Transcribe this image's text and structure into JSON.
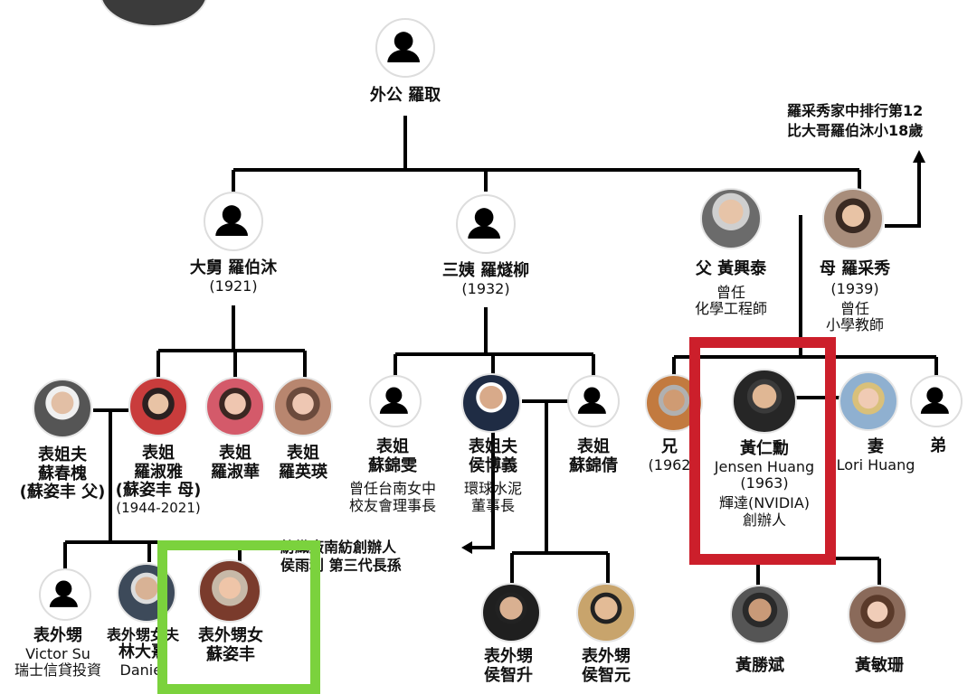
{
  "colors": {
    "red_frame": "#cc1f2b",
    "green_frame": "#7bd23d",
    "line": "#000000"
  },
  "note": {
    "line1": "羅采秀家中排行第12",
    "line2": "比大哥羅伯沐小18歲"
  },
  "mid_note": {
    "line1": "紡織廠南紡創辦人",
    "line2": "侯雨利 第三代長孫"
  },
  "people": {
    "grandfather": {
      "name": "外公 羅取"
    },
    "uncle": {
      "name": "大舅 羅伯沐",
      "years": "(1921)"
    },
    "aunt3": {
      "name": "三姨 羅燧柳",
      "years": "(1932)"
    },
    "father": {
      "name": "父 黃興泰",
      "l2": "曾任",
      "l3": "化學工程師"
    },
    "mother": {
      "name": "母 羅采秀",
      "years": "(1939)",
      "l2": "曾任",
      "l3": "小學教師"
    },
    "cousin_husband_su": {
      "l1": "表姐夫",
      "l2": "蘇春槐",
      "l3": "(蘇姿丰 父)"
    },
    "cousin_shuya": {
      "l1": "表姐",
      "l2": "羅淑雅",
      "l3": "(蘇姿丰 母)",
      "l4": "(1944-2021)"
    },
    "cousin_shuhua": {
      "l1": "表姐",
      "l2": "羅淑華"
    },
    "cousin_yingying": {
      "l1": "表姐",
      "l2": "羅英瑛"
    },
    "cousin_jinwen": {
      "l1": "表姐",
      "l2": "蘇錦雯",
      "l3": "曾任台南女中",
      "l4": "校友會理事長"
    },
    "cousin_husband_hou": {
      "l1": "表姐夫",
      "l2": "侯博義",
      "l3": "環球水泥",
      "l4": "董事長"
    },
    "cousin_jinqian": {
      "l1": "表姐",
      "l2": "蘇錦倩"
    },
    "brother_older": {
      "l1": "兄",
      "l2": "(1962"
    },
    "jensen": {
      "l1": "黃仁勳",
      "l2": "Jensen Huang",
      "l3": "(1963)",
      "l4": "輝達(NVIDIA)",
      "l5": "創辦人"
    },
    "wife": {
      "l1": "妻",
      "l2": "Lori Huang"
    },
    "brother_younger": {
      "l1": "弟"
    },
    "victor": {
      "l1": "表外甥",
      "l2": "Victor Su",
      "l3": "瑞士信貸投資"
    },
    "daniel": {
      "l1": "表外甥女夫",
      "l2": "林大熹",
      "l3": "Daniel"
    },
    "lisa": {
      "l1": "表外甥女",
      "l2": "蘇姿丰"
    },
    "hou_son1": {
      "l1": "表外甥",
      "l2": "侯智升"
    },
    "hou_son2": {
      "l1": "表外甥",
      "l2": "侯智元"
    },
    "spencer": {
      "l1": "黃勝斌"
    },
    "madison": {
      "l1": "黃敏珊"
    }
  }
}
